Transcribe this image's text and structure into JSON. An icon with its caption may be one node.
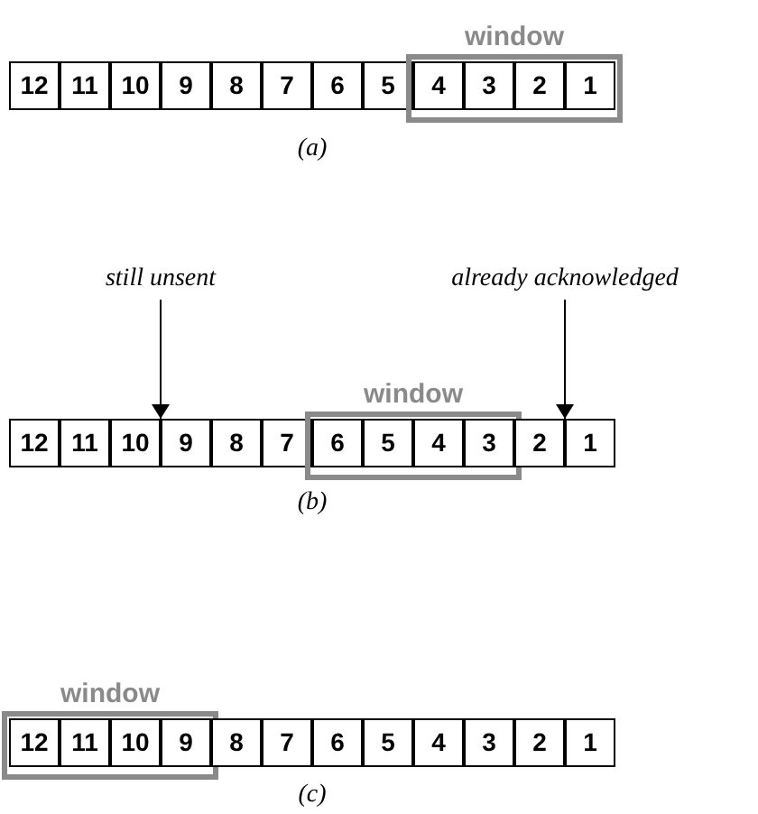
{
  "diagram": {
    "nodes": [
      {
        "text": [
          "12"
        ]
      },
      {
        "text": [
          "11"
        ]
      },
      {
        "text": [
          "10"
        ]
      },
      {
        "text": [
          "9"
        ]
      },
      {
        "text": [
          "8"
        ]
      },
      {
        "text": [
          "7"
        ]
      },
      {
        "text": [
          "6"
        ]
      },
      {
        "text": [
          "5"
        ]
      },
      {
        "text": [
          "window"
        ]
      },
      {
        "text": [
          "4"
        ],
        "in": 8
      },
      {
        "text": [
          "3"
        ],
        "in": 8
      },
      {
        "text": [
          "2"
        ],
        "in": 8
      },
      {
        "text": [
          "1"
        ],
        "in": 8
      },
      {
        "text": [
          "still unsent"
        ]
      },
      {
        "text": [
          "already acknowledged"
        ]
      },
      {
        "text": [
          "12"
        ]
      },
      {
        "text": [
          "11"
        ]
      },
      {
        "text": [
          "10"
        ]
      },
      {
        "text": [
          "9"
        ]
      },
      {
        "text": [
          "8"
        ]
      },
      {
        "text": [
          "7"
        ]
      },
      {
        "text": [
          "window"
        ]
      },
      {
        "text": [
          "6"
        ],
        "in": 21
      },
      {
        "text": [
          "5"
        ],
        "in": 21
      },
      {
        "text": [
          "4"
        ],
        "in": 21
      },
      {
        "text": [
          "3"
        ],
        "in": 21
      },
      {
        "text": [
          "2"
        ]
      },
      {
        "text": [
          "1"
        ]
      },
      {
        "text": [
          "window"
        ]
      },
      {
        "text": [
          "12"
        ],
        "in": 28
      },
      {
        "text": [
          "11"
        ],
        "in": 28
      },
      {
        "text": [
          "10"
        ],
        "in": 28
      },
      {
        "text": [
          "9"
        ],
        "in": 28
      },
      {
        "text": [
          "8"
        ]
      },
      {
        "text": [
          "7"
        ]
      },
      {
        "text": [
          "6"
        ]
      },
      {
        "text": [
          "5"
        ]
      },
      {
        "text": [
          "4"
        ]
      },
      {
        "text": [
          "3"
        ]
      },
      {
        "text": [
          "2"
        ]
      },
      {
        "text": [
          "1"
        ]
      }
    ],
    "edges": [
      {
        "from": 13,
        "to": 18,
        "arrow": "to"
      },
      {
        "from": 14,
        "to": 27,
        "arrow": "to"
      }
    ],
    "labels": [
      "(a)",
      "(b)",
      "(c)"
    ]
  }
}
